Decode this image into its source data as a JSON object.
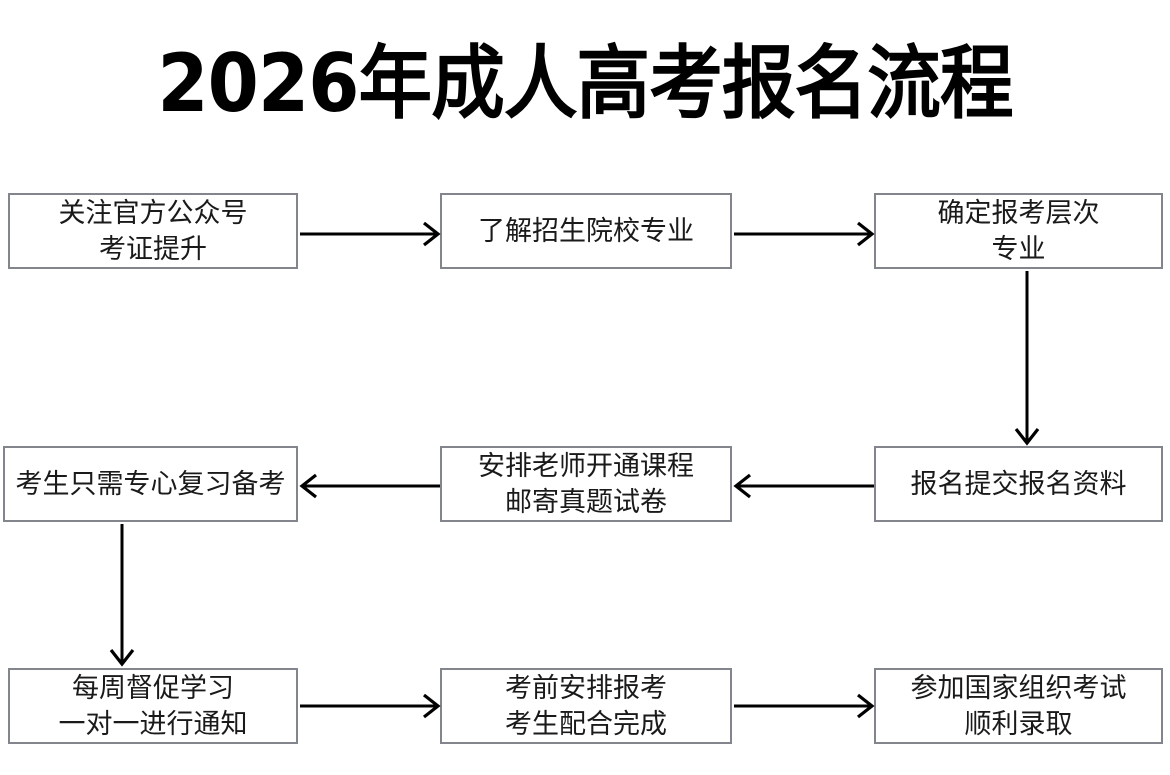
{
  "page": {
    "title": "2026年成人高考报名流程",
    "background_color": "#ffffff",
    "box_border_color": "#82858c",
    "arrow_color": "#000000",
    "text_color": "#1a1a1a"
  },
  "flowchart": {
    "type": "process-flow",
    "layout": "3x3 serpentine grid",
    "nodes": [
      {
        "id": "node-1",
        "row": 1,
        "col": 1,
        "lines": [
          "关注官方公众号",
          "考证提升"
        ]
      },
      {
        "id": "node-2",
        "row": 1,
        "col": 2,
        "lines": [
          "了解招生院校专业"
        ]
      },
      {
        "id": "node-3",
        "row": 1,
        "col": 3,
        "lines": [
          "确定报考层次",
          "专业"
        ]
      },
      {
        "id": "node-4",
        "row": 2,
        "col": 1,
        "lines": [
          "考生只需专心复习备考"
        ]
      },
      {
        "id": "node-5",
        "row": 2,
        "col": 2,
        "lines": [
          "安排老师开通课程",
          "邮寄真题试卷"
        ]
      },
      {
        "id": "node-6",
        "row": 2,
        "col": 3,
        "lines": [
          "报名提交报名资料"
        ]
      },
      {
        "id": "node-7",
        "row": 3,
        "col": 1,
        "lines": [
          "每周督促学习",
          "一对一进行通知"
        ]
      },
      {
        "id": "node-8",
        "row": 3,
        "col": 2,
        "lines": [
          "考前安排报考",
          "考生配合完成"
        ]
      },
      {
        "id": "node-9",
        "row": 3,
        "col": 3,
        "lines": [
          "参加国家组织考试",
          "顺利录取"
        ]
      }
    ],
    "edges": [
      {
        "id": "conn-1-2",
        "from": "node-1",
        "to": "node-2",
        "direction": "right"
      },
      {
        "id": "conn-2-3",
        "from": "node-2",
        "to": "node-3",
        "direction": "right"
      },
      {
        "id": "conn-3-6",
        "from": "node-3",
        "to": "node-6",
        "direction": "down"
      },
      {
        "id": "conn-6-5",
        "from": "node-6",
        "to": "node-5",
        "direction": "left"
      },
      {
        "id": "conn-5-4",
        "from": "node-5",
        "to": "node-4",
        "direction": "left"
      },
      {
        "id": "conn-4-7",
        "from": "node-4",
        "to": "node-7",
        "direction": "down"
      },
      {
        "id": "conn-7-8",
        "from": "node-7",
        "to": "node-8",
        "direction": "right"
      },
      {
        "id": "conn-8-9",
        "from": "node-8",
        "to": "node-9",
        "direction": "right"
      }
    ]
  }
}
